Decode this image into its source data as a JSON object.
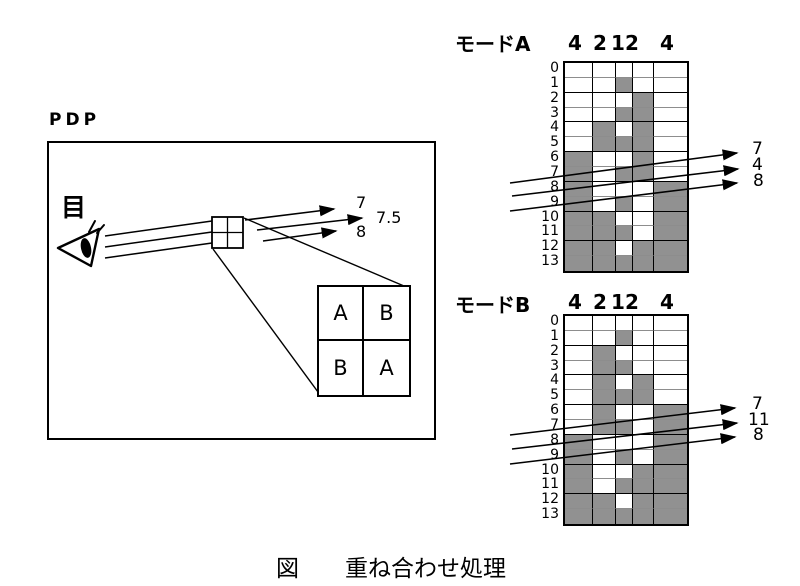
{
  "figure": {
    "caption_label": "図",
    "caption_title": "重ね合わせ処理"
  },
  "pdp": {
    "title": "PDP",
    "eye_kanji": "目",
    "ray_labels": [
      "7",
      "7.5",
      "8"
    ],
    "pixel_quad": [
      "A",
      "B",
      "B",
      "A"
    ]
  },
  "modes": [
    {
      "label": "モードA",
      "weights": [
        "4",
        "2",
        "1",
        "2",
        "4"
      ],
      "row_labels": [
        "0",
        "1",
        "2",
        "3",
        "4",
        "5",
        "6",
        "7",
        "8",
        "9",
        "10",
        "11",
        "12",
        "13"
      ],
      "filled": [
        [
          0,
          0,
          0,
          0,
          0
        ],
        [
          0,
          0,
          1,
          0,
          0
        ],
        [
          0,
          0,
          0,
          1,
          0
        ],
        [
          0,
          0,
          1,
          1,
          0
        ],
        [
          0,
          1,
          0,
          1,
          0
        ],
        [
          0,
          1,
          1,
          1,
          0
        ],
        [
          1,
          0,
          0,
          1,
          0
        ],
        [
          1,
          0,
          1,
          1,
          0
        ],
        [
          1,
          0,
          0,
          0,
          1
        ],
        [
          1,
          0,
          1,
          0,
          1
        ],
        [
          1,
          1,
          0,
          0,
          1
        ],
        [
          1,
          1,
          1,
          0,
          1
        ],
        [
          1,
          1,
          0,
          1,
          1
        ],
        [
          1,
          1,
          1,
          1,
          1
        ]
      ],
      "arrow_labels": [
        "7",
        "4",
        "8"
      ]
    },
    {
      "label": "モードB",
      "weights": [
        "4",
        "2",
        "1",
        "2",
        "4"
      ],
      "row_labels": [
        "0",
        "1",
        "2",
        "3",
        "4",
        "5",
        "6",
        "7",
        "8",
        "9",
        "10",
        "11",
        "12",
        "13"
      ],
      "filled": [
        [
          0,
          0,
          0,
          0,
          0
        ],
        [
          0,
          0,
          1,
          0,
          0
        ],
        [
          0,
          1,
          0,
          0,
          0
        ],
        [
          0,
          1,
          1,
          0,
          0
        ],
        [
          0,
          1,
          0,
          1,
          0
        ],
        [
          0,
          1,
          1,
          1,
          0
        ],
        [
          0,
          1,
          0,
          0,
          1
        ],
        [
          0,
          1,
          1,
          0,
          1
        ],
        [
          1,
          0,
          0,
          0,
          1
        ],
        [
          1,
          0,
          1,
          0,
          1
        ],
        [
          1,
          0,
          0,
          1,
          1
        ],
        [
          1,
          0,
          1,
          1,
          1
        ],
        [
          1,
          1,
          0,
          1,
          1
        ],
        [
          1,
          1,
          1,
          1,
          1
        ]
      ],
      "arrow_labels": [
        "7",
        "11",
        "8"
      ]
    }
  ],
  "colors": {
    "cell_fill": "#919191",
    "line": "#000000",
    "row_line_light": "#8d8d8d"
  }
}
